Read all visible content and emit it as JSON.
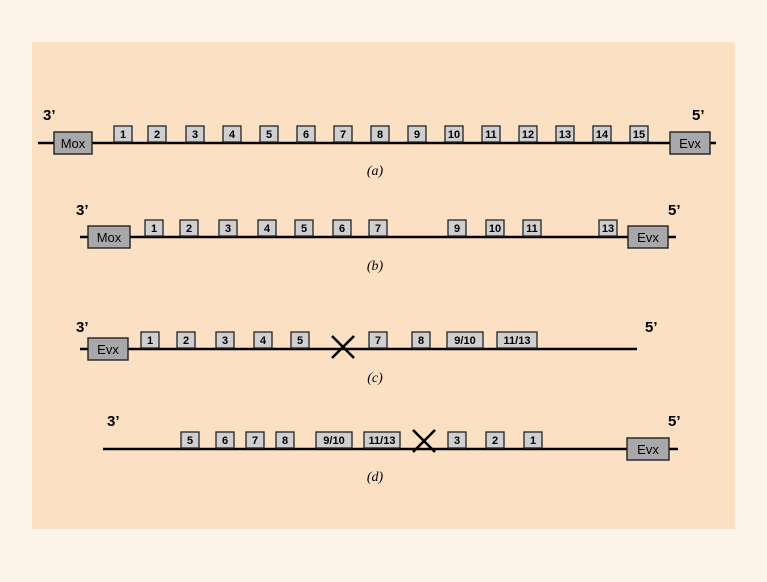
{
  "prime3": "3’",
  "prime5": "5’",
  "panels": [
    {
      "id": "a",
      "caption": "(a)",
      "left_block": "Mox",
      "right_block": "Evx",
      "genes": [
        "1",
        "2",
        "3",
        "4",
        "5",
        "6",
        "7",
        "8",
        "9",
        "10",
        "11",
        "12",
        "13",
        "14",
        "15"
      ],
      "deletion_mark": false
    },
    {
      "id": "b",
      "caption": "(b)",
      "left_block": "Mox",
      "right_block": "Evx",
      "genes": [
        "1",
        "2",
        "3",
        "4",
        "5",
        "6",
        "7",
        "9",
        "10",
        "11",
        "13"
      ],
      "deletion_mark": false
    },
    {
      "id": "c",
      "caption": "(c)",
      "left_block": "Evx",
      "right_block": "",
      "genes": [
        "1",
        "2",
        "3",
        "4",
        "5",
        "7",
        "8",
        "9/10",
        "11/13"
      ],
      "deletion_mark": true
    },
    {
      "id": "d",
      "caption": "(d)",
      "left_block": "",
      "right_block": "Evx",
      "genes": [
        "5",
        "6",
        "7",
        "8",
        "9/10",
        "11/13",
        "3",
        "2",
        "1"
      ],
      "deletion_mark": true
    }
  ]
}
